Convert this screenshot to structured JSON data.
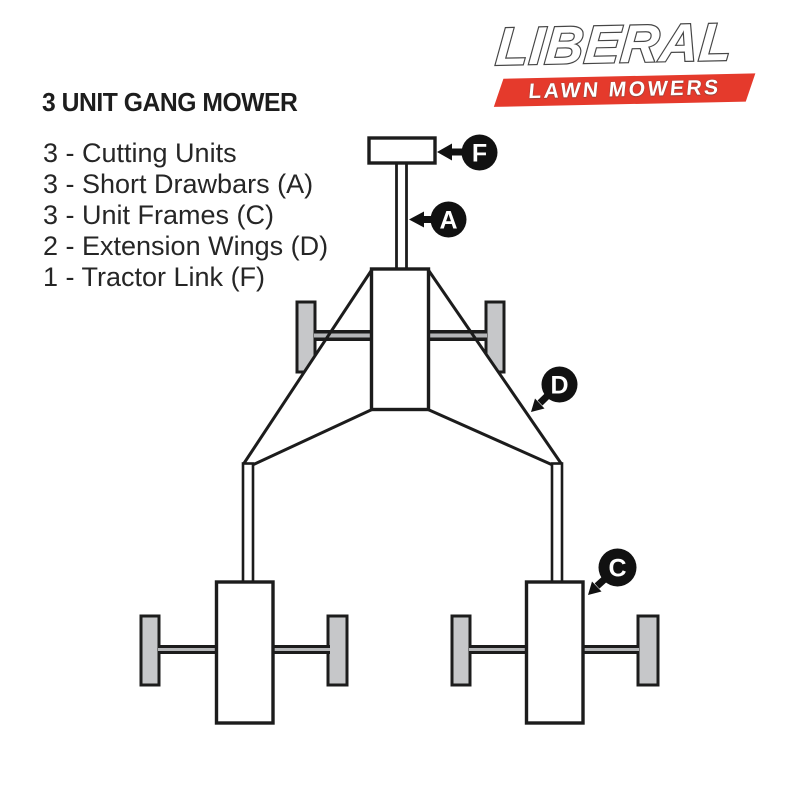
{
  "logo": {
    "brand": "LIBERAL",
    "tagline": "LAWN MOWERS",
    "banner_color": "#e53a2c",
    "wordmark_fill": "#ffffff",
    "wordmark_outline": "#464646"
  },
  "title": "3 UNIT GANG MOWER",
  "parts_list": [
    "3 - Cutting Units",
    "3 - Short Drawbars (A)",
    "3 - Unit Frames (C)",
    "2 - Extension Wings (D)",
    "1 - Tractor Link (F)"
  ],
  "diagram": {
    "labels": {
      "tractor_link": "F",
      "short_drawbar": "A",
      "extension_wing": "D",
      "unit_frame": "C"
    },
    "colors": {
      "line": "#1c1c1c",
      "wheel_fill": "#c6c7c9",
      "axle_stripe": "#b5b6b8",
      "callout_bg": "#111111",
      "callout_text": "#ffffff"
    }
  }
}
